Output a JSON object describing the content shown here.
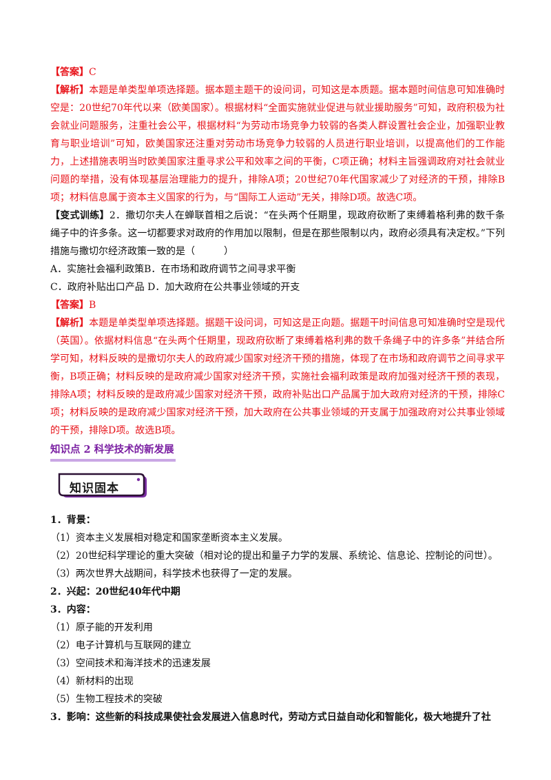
{
  "q1": {
    "answer_label": "【答案】",
    "answer": "C",
    "analysis_label": "【解析】",
    "analysis": "本题是单类型单项选择题。据本题主题干的设问词，可知这是本质题。据本题时间信息可知准确时空是：20世纪70年代以来（欧美国家）。根据材料“全面实施就业促进与就业援助服务”可知，政府积极为社会就业问题服务，注重社会公平，根据材料“为劳动市场竞争力较弱的各类人群设置社会企业，加强职业教育与职业培训”可知，欧美国家还注重对劳动市场竞争力较弱的人员进行职业培训，以提高他们的工作能力，上述措施表明当时欧美国家注重寻求公平和效率之间的平衡，C项正确；材料主旨强调政府对社会就业问题的举措，没有体现基层治理能力的提升，排除A项；20世纪70年代国家减少了对经济的干预，排除B项；材料信息属于资本主义国家的行为，与“国际工人运动”无关，排除D项。故选C项。"
  },
  "q2": {
    "label": "【变式训练】",
    "stem": "2．撒切尔夫人在蝉联首相之后说：“在头两个任期里，现政府砍断了束缚着格利弗的数千条绳子中的许多条。这一切都要求对政府的作用加以限制，但是在那些限制以内，政府必须具有决定权。”下列措施与撒切尔经济政策一致的是（　　　）",
    "options_line1": "A．实施社会福利政策B．在市场和政府调节之间寻求平衡",
    "options_line2": "C．政府补贴出口产品 D．加大政府在公共事业领域的开支",
    "answer_label": "【答案】",
    "answer": "B",
    "analysis_label": "【解析】",
    "analysis": "本题是单类型单项选择题。据题干设问词，可知这是正向题。据题干时间信息可知准确时空是现代（英国）。依据材料信息“在头两个任期里，现政府砍断了束缚着格利弗的数千条绳子中的许多条”并结合所学可知，材料反映的是撒切尔夫人的政府减少国家对经济干预的措施，体现了在市场和政府调节之间寻求平衡，B项正确；材料反映的是政府减少国家对经济干预，实施社会福利政策是政府加强对经济干预的表现，排除A项；材料反映的是政府减少国家对经济干预，政府补贴出口产品属于加大政府对经济的干预，排除C项；材料反映的是政府减少国家对经济干预，加大政府在公共事业领域的开支属于加强政府对公共事业领域的干预，排除D项。故选B项。"
  },
  "kp2": {
    "title": "知识点 2  科学技术的新发展",
    "badge": "知识固本",
    "s1_title": "1．背景：",
    "s1_items": [
      "（1）资本主义发展相对稳定和国家垄断资本主义发展。",
      "（2）20世纪科学理论的重大突破（相对论的提出和量子力学的发展、系统论、信息论、控制论的问世）。",
      "（3）两次世界大战期间，科学技术也获得了一定的发展。"
    ],
    "s2_title": "2．兴起：20世纪40年代中期",
    "s3_title": "3．内容：",
    "s3_items": [
      "（1）原子能的开发利用",
      "（2）电子计算机与互联网的建立",
      "（3）空间技术和海洋技术的迅速发展",
      "（4）新材料的出现",
      "（5）生物工程技术的突破"
    ],
    "s4_title": "3．影响：这些新的科技成果使社会发展进入信息时代，劳动方式日益自动化和智能化，极大地提升了社"
  }
}
